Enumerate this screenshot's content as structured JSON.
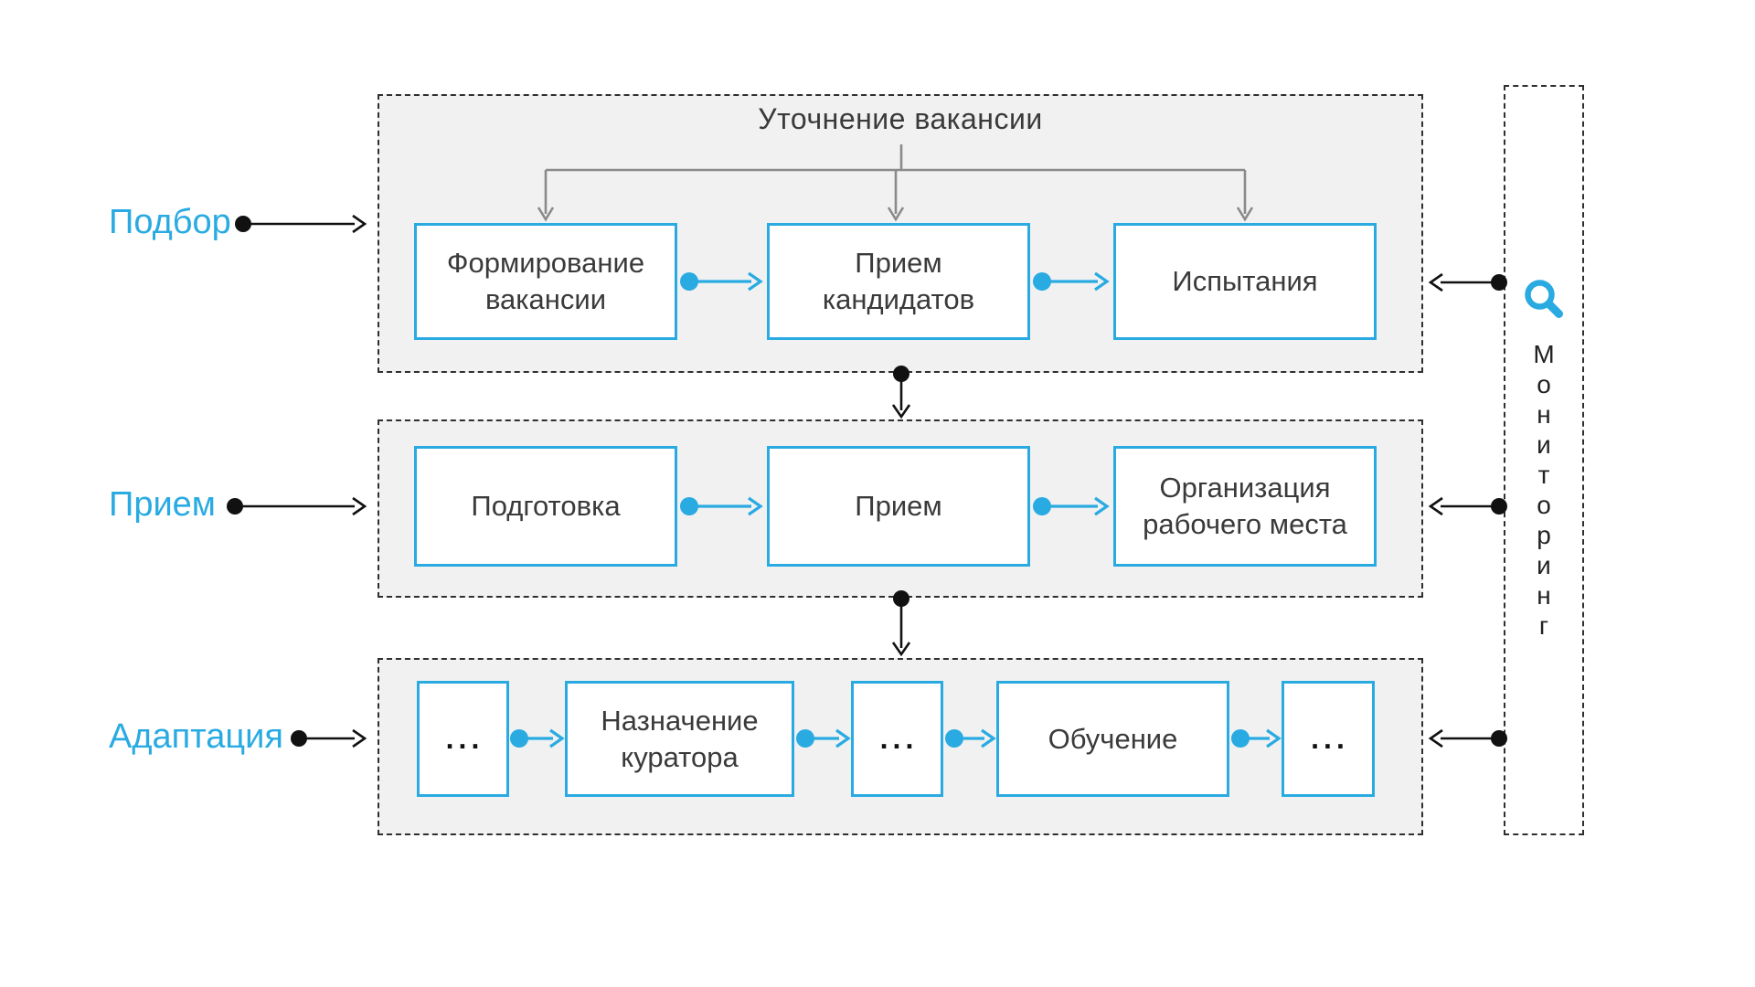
{
  "colors": {
    "accent": "#29ABE2",
    "ink": "#111111",
    "text": "#3A3A3A",
    "gray_line": "#8A8A8A",
    "panel_fill": "#F1F1F2",
    "dash": "#2F2F2F",
    "node_bg": "#FFFFFF"
  },
  "side_labels": [
    "Подбор",
    "Прием",
    "Адаптация"
  ],
  "stage1": {
    "title": "Уточнение вакансии",
    "boxes": [
      "Формирование вакансии",
      "Прием кандидатов",
      "Испытания"
    ]
  },
  "stage2": {
    "boxes": [
      "Подготовка",
      "Прием",
      "Организация рабочего места"
    ]
  },
  "stage3": {
    "boxes": [
      "...",
      "Назначение куратора",
      "...",
      "Обучение",
      "..."
    ]
  },
  "monitoring": {
    "label": "Мониторинг",
    "icon": "magnifier-icon"
  }
}
